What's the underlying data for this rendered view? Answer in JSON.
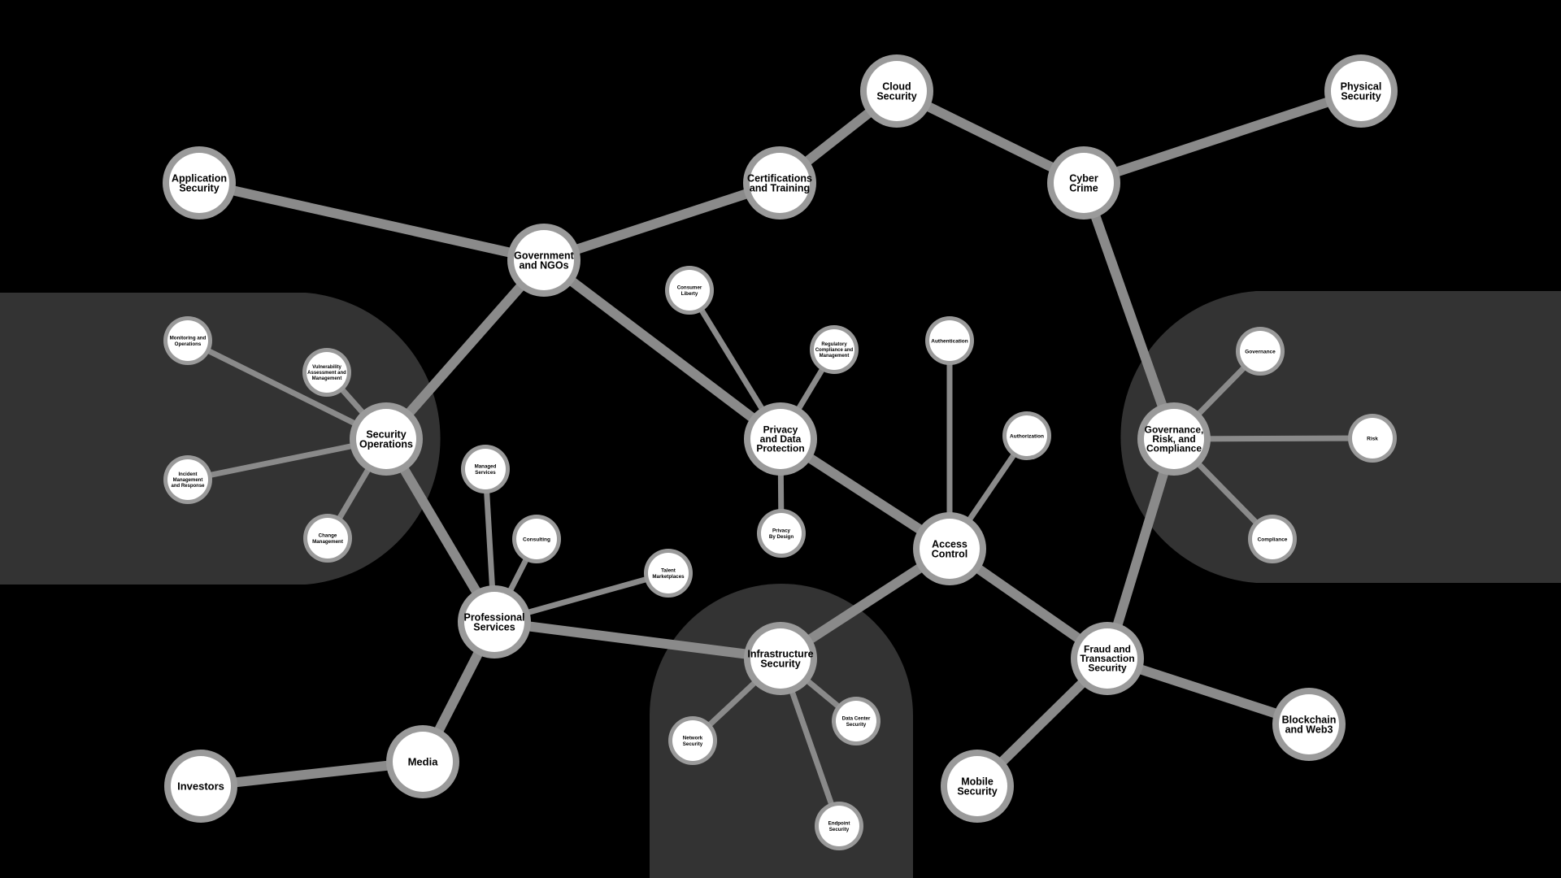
{
  "colors": {
    "background": "#000000",
    "region": "#333333",
    "edge": "#8a8a8a",
    "node_fill": "#ffffff",
    "node_ring": "#9a9a9a",
    "label": "#000000"
  },
  "nodes": [
    {
      "id": "application-security",
      "label": [
        "Application",
        "Security"
      ],
      "tier": "major"
    },
    {
      "id": "cloud-security",
      "label": [
        "Cloud",
        "Security"
      ],
      "tier": "major"
    },
    {
      "id": "physical-security",
      "label": [
        "Physical",
        "Security"
      ],
      "tier": "major"
    },
    {
      "id": "certifications-and-training",
      "label": [
        "Certifications",
        "and Training"
      ],
      "tier": "major"
    },
    {
      "id": "cyber-crime",
      "label": [
        "Cyber",
        "Crime"
      ],
      "tier": "major"
    },
    {
      "id": "government-and-ngos",
      "label": [
        "Government",
        "and NGOs"
      ],
      "tier": "major"
    },
    {
      "id": "consumer-liberty",
      "label": [
        "Consumer",
        "Liberty"
      ],
      "tier": "minor"
    },
    {
      "id": "regulatory-compliance",
      "label": [
        "Regulatory",
        "Compliance and",
        "Management"
      ],
      "tier": "minor"
    },
    {
      "id": "authentication",
      "label": [
        "Authentication"
      ],
      "tier": "minor"
    },
    {
      "id": "governance",
      "label": [
        "Governance"
      ],
      "tier": "minor"
    },
    {
      "id": "monitoring-and-operations",
      "label": [
        "Monitoring and",
        "Operations"
      ],
      "tier": "minor"
    },
    {
      "id": "vulnerability-assessment",
      "label": [
        "Vulnerability",
        "Assessment and",
        "Management"
      ],
      "tier": "minor"
    },
    {
      "id": "security-operations",
      "label": [
        "Security",
        "Operations"
      ],
      "tier": "major"
    },
    {
      "id": "privacy-and-data-protection",
      "label": [
        "Privacy",
        "and Data",
        "Protection"
      ],
      "tier": "major"
    },
    {
      "id": "authorization",
      "label": [
        "Authorization"
      ],
      "tier": "minor"
    },
    {
      "id": "governance-risk-compliance",
      "label": [
        "Governance,",
        "Risk, and",
        "Compliance"
      ],
      "tier": "major"
    },
    {
      "id": "risk",
      "label": [
        "Risk"
      ],
      "tier": "minor"
    },
    {
      "id": "incident-management",
      "label": [
        "Incident",
        "Management",
        "and Response"
      ],
      "tier": "minor"
    },
    {
      "id": "managed-services",
      "label": [
        "Managed",
        "Services"
      ],
      "tier": "minor"
    },
    {
      "id": "consulting",
      "label": [
        "Consulting"
      ],
      "tier": "minor"
    },
    {
      "id": "privacy-by-design",
      "label": [
        "Privacy",
        "By Design"
      ],
      "tier": "minor"
    },
    {
      "id": "access-control",
      "label": [
        "Access",
        "Control"
      ],
      "tier": "major"
    },
    {
      "id": "compliance",
      "label": [
        "Compliance"
      ],
      "tier": "minor"
    },
    {
      "id": "change-management",
      "label": [
        "Change",
        "Management"
      ],
      "tier": "minor"
    },
    {
      "id": "talent-marketplaces",
      "label": [
        "Talent",
        "Marketplaces"
      ],
      "tier": "minor"
    },
    {
      "id": "professional-services",
      "label": [
        "Professional",
        "Services"
      ],
      "tier": "major"
    },
    {
      "id": "infrastructure-security",
      "label": [
        "Infrastructure",
        "Security"
      ],
      "tier": "major"
    },
    {
      "id": "fraud-and-transaction-security",
      "label": [
        "Fraud and",
        "Transaction",
        "Security"
      ],
      "tier": "major"
    },
    {
      "id": "data-center-security",
      "label": [
        "Data Center",
        "Security"
      ],
      "tier": "minor"
    },
    {
      "id": "blockchain-and-web3",
      "label": [
        "Blockchain",
        "and Web3"
      ],
      "tier": "major"
    },
    {
      "id": "network-security",
      "label": [
        "Network",
        "Security"
      ],
      "tier": "minor"
    },
    {
      "id": "media",
      "label": [
        "Media"
      ],
      "tier": "major"
    },
    {
      "id": "mobile-security",
      "label": [
        "Mobile",
        "Security"
      ],
      "tier": "major"
    },
    {
      "id": "investors",
      "label": [
        "Investors"
      ],
      "tier": "major"
    },
    {
      "id": "endpoint-security",
      "label": [
        "Endpoint",
        "Security"
      ],
      "tier": "minor"
    }
  ],
  "edges": [
    {
      "from": "application-security",
      "to": "government-and-ngos",
      "weight": "major"
    },
    {
      "from": "government-and-ngos",
      "to": "certifications-and-training",
      "weight": "major"
    },
    {
      "from": "certifications-and-training",
      "to": "cloud-security",
      "weight": "major"
    },
    {
      "from": "cloud-security",
      "to": "cyber-crime",
      "weight": "major"
    },
    {
      "from": "cyber-crime",
      "to": "physical-security",
      "weight": "major"
    },
    {
      "from": "cyber-crime",
      "to": "governance-risk-compliance",
      "weight": "major"
    },
    {
      "from": "government-and-ngos",
      "to": "security-operations",
      "weight": "major"
    },
    {
      "from": "government-and-ngos",
      "to": "privacy-and-data-protection",
      "weight": "major"
    },
    {
      "from": "privacy-and-data-protection",
      "to": "access-control",
      "weight": "major"
    },
    {
      "from": "security-operations",
      "to": "professional-services",
      "weight": "major"
    },
    {
      "from": "professional-services",
      "to": "infrastructure-security",
      "weight": "major"
    },
    {
      "from": "professional-services",
      "to": "media",
      "weight": "major"
    },
    {
      "from": "media",
      "to": "investors",
      "weight": "major"
    },
    {
      "from": "access-control",
      "to": "infrastructure-security",
      "weight": "major"
    },
    {
      "from": "access-control",
      "to": "fraud-and-transaction-security",
      "weight": "major"
    },
    {
      "from": "governance-risk-compliance",
      "to": "fraud-and-transaction-security",
      "weight": "major"
    },
    {
      "from": "fraud-and-transaction-security",
      "to": "blockchain-and-web3",
      "weight": "major"
    },
    {
      "from": "fraud-and-transaction-security",
      "to": "mobile-security",
      "weight": "major"
    },
    {
      "from": "security-operations",
      "to": "monitoring-and-operations",
      "weight": "minor"
    },
    {
      "from": "security-operations",
      "to": "vulnerability-assessment",
      "weight": "minor"
    },
    {
      "from": "security-operations",
      "to": "incident-management",
      "weight": "minor"
    },
    {
      "from": "security-operations",
      "to": "change-management",
      "weight": "minor"
    },
    {
      "from": "privacy-and-data-protection",
      "to": "consumer-liberty",
      "weight": "minor"
    },
    {
      "from": "privacy-and-data-protection",
      "to": "regulatory-compliance",
      "weight": "minor"
    },
    {
      "from": "privacy-and-data-protection",
      "to": "privacy-by-design",
      "weight": "minor"
    },
    {
      "from": "access-control",
      "to": "authentication",
      "weight": "minor"
    },
    {
      "from": "access-control",
      "to": "authorization",
      "weight": "minor"
    },
    {
      "from": "governance-risk-compliance",
      "to": "governance",
      "weight": "minor"
    },
    {
      "from": "governance-risk-compliance",
      "to": "risk",
      "weight": "minor"
    },
    {
      "from": "governance-risk-compliance",
      "to": "compliance",
      "weight": "minor"
    },
    {
      "from": "professional-services",
      "to": "managed-services",
      "weight": "minor"
    },
    {
      "from": "professional-services",
      "to": "consulting",
      "weight": "minor"
    },
    {
      "from": "professional-services",
      "to": "talent-marketplaces",
      "weight": "minor"
    },
    {
      "from": "infrastructure-security",
      "to": "network-security",
      "weight": "minor"
    },
    {
      "from": "infrastructure-security",
      "to": "data-center-security",
      "weight": "minor"
    },
    {
      "from": "infrastructure-security",
      "to": "endpoint-security",
      "weight": "minor"
    }
  ]
}
